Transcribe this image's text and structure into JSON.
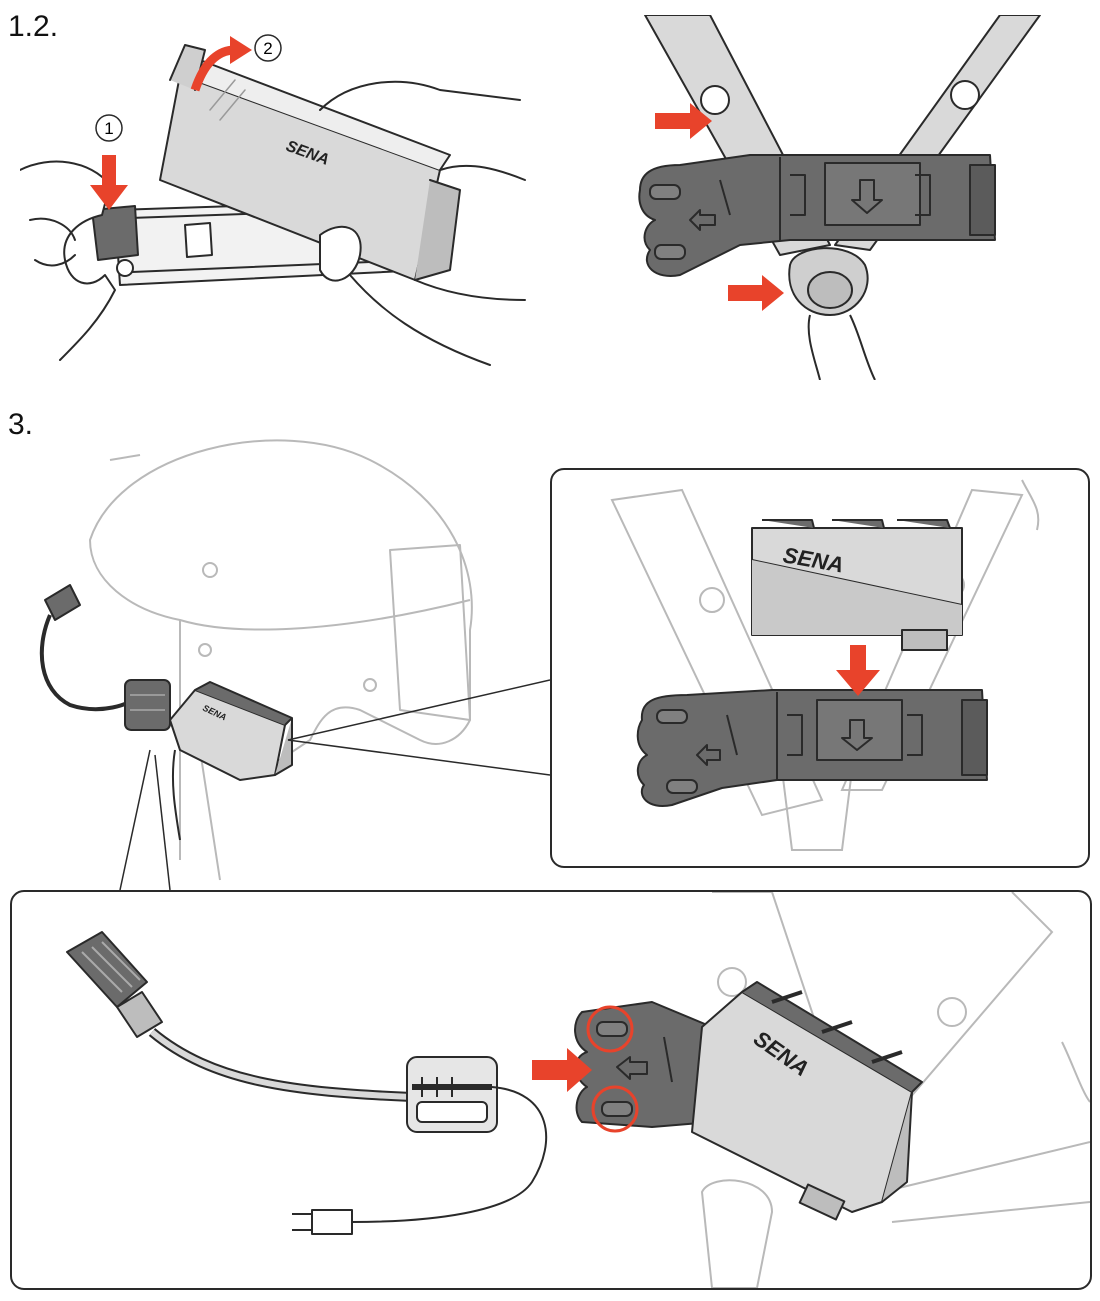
{
  "steps": {
    "step12": "1.2.",
    "step3": "3."
  },
  "callouts": {
    "one": "1",
    "two": "2"
  },
  "brand": {
    "text": "SENA"
  },
  "colors": {
    "arrow": "#e8432b",
    "device_dark": "#6b6b6b",
    "device_light": "#d9d9d9",
    "outline": "#2a2a2a",
    "faint": "#b9b9b9"
  },
  "icons": {
    "arrow": "red-arrow-icon",
    "down_arrow": "down-arrow-icon",
    "right_arrow": "right-arrow-icon",
    "circle_highlight": "red-circle-icon"
  }
}
